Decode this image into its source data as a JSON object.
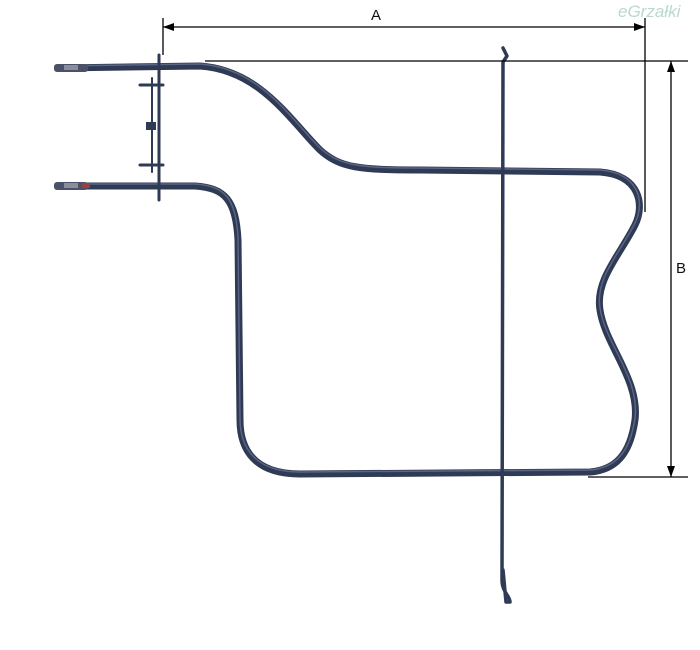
{
  "dimensions": {
    "width_label": "A",
    "height_label": "B"
  },
  "watermark": {
    "text": "eGrzałki"
  },
  "colors": {
    "element": "#2f3a55",
    "element_highlight": "#6c7898",
    "dimension_line": "#000000",
    "watermark": "#b9d9d0"
  }
}
